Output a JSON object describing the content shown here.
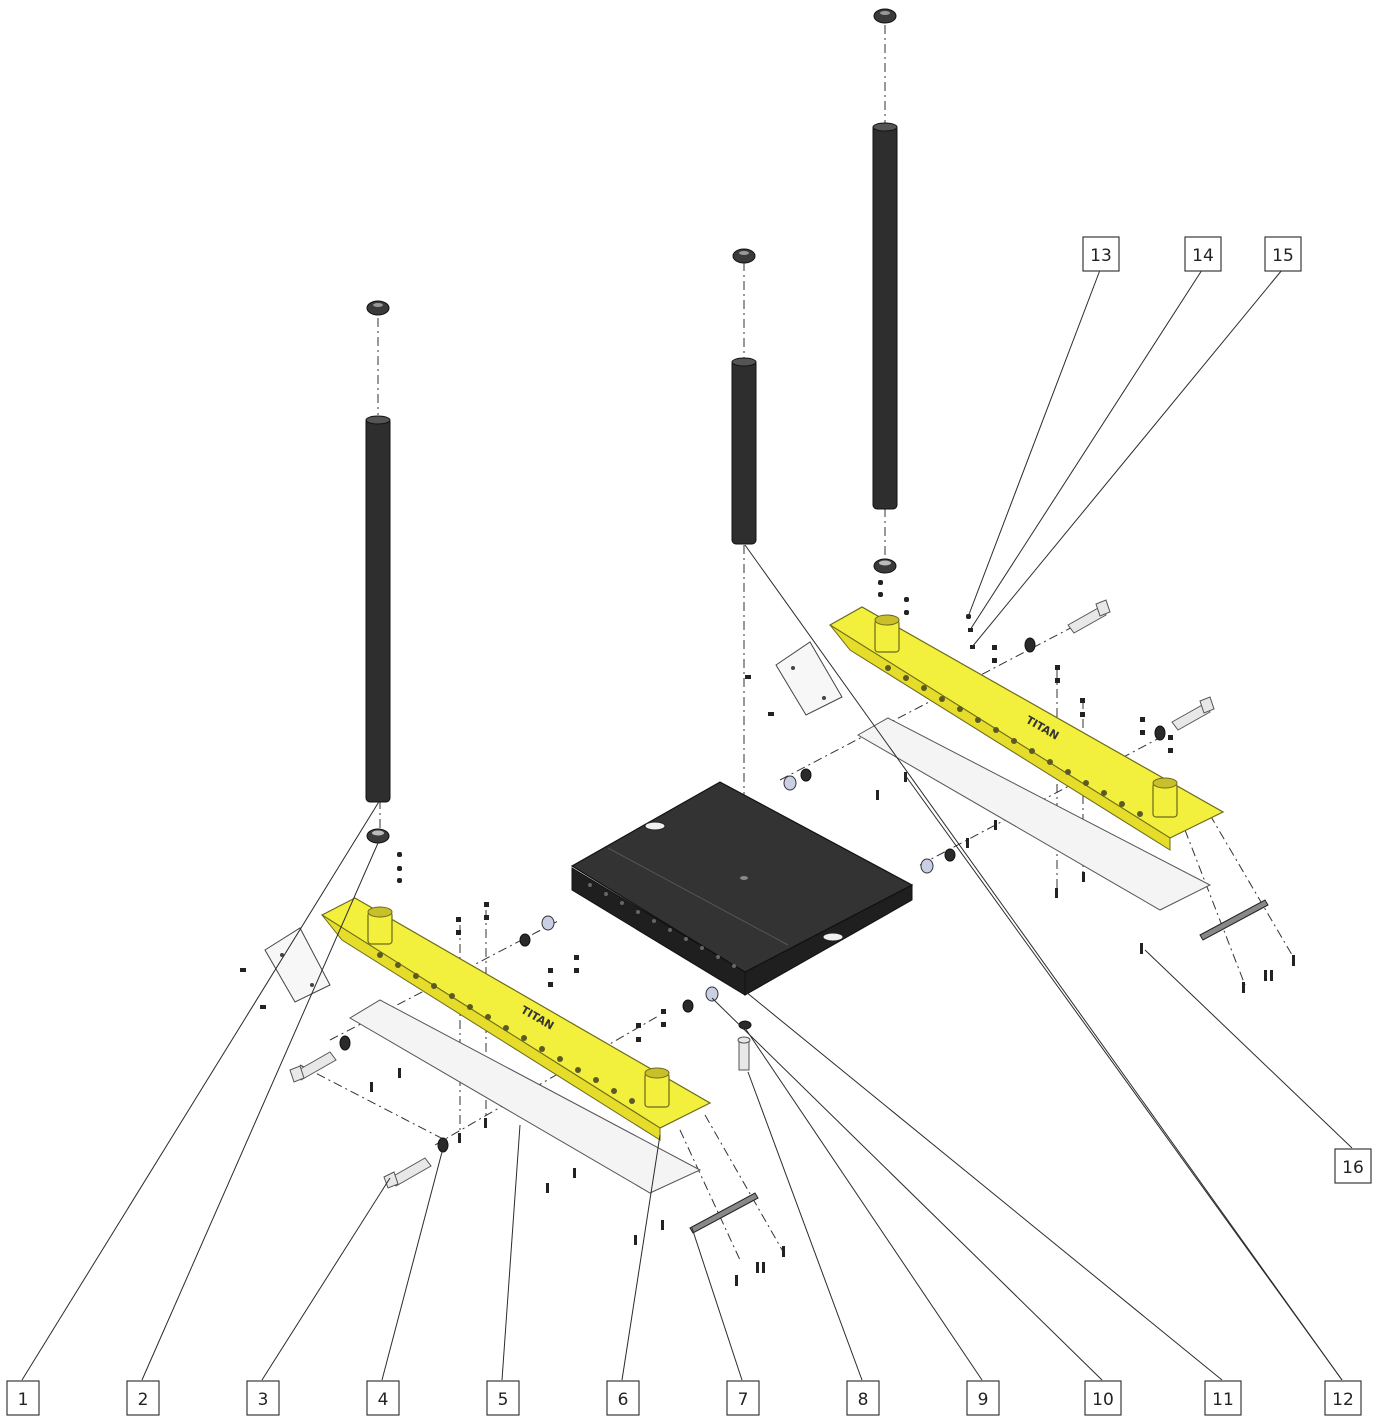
{
  "callouts": {
    "c1": "1",
    "c2": "2",
    "c3": "3",
    "c4": "4",
    "c5": "5",
    "c6": "6",
    "c7": "7",
    "c8": "8",
    "c9": "9",
    "c10": "10",
    "c11": "11",
    "c12": "12",
    "c13": "13",
    "c14": "14",
    "c15": "15",
    "c16": "16"
  },
  "rail_logo": "TITAN",
  "colors": {
    "rail": "#f3ef3d",
    "tube": "#2e2e2e",
    "plate": "#333333",
    "strip": "#f4f4f4"
  }
}
